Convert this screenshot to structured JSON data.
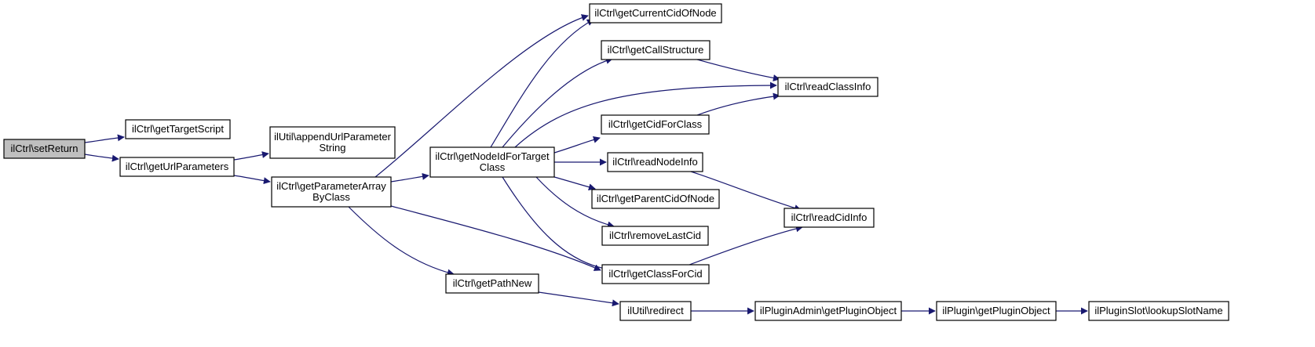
{
  "graph": {
    "root": "setReturn",
    "edge_color": "#191970",
    "root_fill": "#bfbfbf",
    "nodes": [
      {
        "id": "setReturn",
        "lines": [
          "ilCtrl\\setReturn"
        ]
      },
      {
        "id": "getTargetScript",
        "lines": [
          "ilCtrl\\getTargetScript"
        ]
      },
      {
        "id": "getUrlParameters",
        "lines": [
          "ilCtrl\\getUrlParameters"
        ]
      },
      {
        "id": "appendUrlParameterString",
        "lines": [
          "ilUtil\\appendUrlParameter",
          "String"
        ]
      },
      {
        "id": "getParameterArrayByClass",
        "lines": [
          "ilCtrl\\getParameterArray",
          "ByClass"
        ]
      },
      {
        "id": "getNodeIdForTargetClass",
        "lines": [
          "ilCtrl\\getNodeIdForTarget",
          "Class"
        ]
      },
      {
        "id": "getPathNew",
        "lines": [
          "ilCtrl\\getPathNew"
        ]
      },
      {
        "id": "getCurrentCidOfNode",
        "lines": [
          "ilCtrl\\getCurrentCidOfNode"
        ]
      },
      {
        "id": "getCallStructure",
        "lines": [
          "ilCtrl\\getCallStructure"
        ]
      },
      {
        "id": "getCidForClass",
        "lines": [
          "ilCtrl\\getCidForClass"
        ]
      },
      {
        "id": "readNodeInfo",
        "lines": [
          "ilCtrl\\readNodeInfo"
        ]
      },
      {
        "id": "getParentCidOfNode",
        "lines": [
          "ilCtrl\\getParentCidOfNode"
        ]
      },
      {
        "id": "removeLastCid",
        "lines": [
          "ilCtrl\\removeLastCid"
        ]
      },
      {
        "id": "getClassForCid",
        "lines": [
          "ilCtrl\\getClassForCid"
        ]
      },
      {
        "id": "readClassInfo",
        "lines": [
          "ilCtrl\\readClassInfo"
        ]
      },
      {
        "id": "readCidInfo",
        "lines": [
          "ilCtrl\\readCidInfo"
        ]
      },
      {
        "id": "redirect",
        "lines": [
          "ilUtil\\redirect"
        ]
      },
      {
        "id": "ilPluginAdminGetPluginObject",
        "lines": [
          "ilPluginAdmin\\getPluginObject"
        ]
      },
      {
        "id": "ilPluginGetPluginObject",
        "lines": [
          "ilPlugin\\getPluginObject"
        ]
      },
      {
        "id": "lookupSlotName",
        "lines": [
          "ilPluginSlot\\lookupSlotName"
        ]
      }
    ],
    "edges": [
      {
        "from": "setReturn",
        "to": "getTargetScript"
      },
      {
        "from": "setReturn",
        "to": "getUrlParameters"
      },
      {
        "from": "getUrlParameters",
        "to": "appendUrlParameterString"
      },
      {
        "from": "getUrlParameters",
        "to": "getParameterArrayByClass"
      },
      {
        "from": "getParameterArrayByClass",
        "to": "getCurrentCidOfNode"
      },
      {
        "from": "getParameterArrayByClass",
        "to": "getNodeIdForTargetClass"
      },
      {
        "from": "getParameterArrayByClass",
        "to": "getClassForCid"
      },
      {
        "from": "getParameterArrayByClass",
        "to": "getPathNew"
      },
      {
        "from": "getNodeIdForTargetClass",
        "to": "getCurrentCidOfNode"
      },
      {
        "from": "getNodeIdForTargetClass",
        "to": "getCallStructure"
      },
      {
        "from": "getNodeIdForTargetClass",
        "to": "readClassInfo"
      },
      {
        "from": "getNodeIdForTargetClass",
        "to": "getCidForClass"
      },
      {
        "from": "getNodeIdForTargetClass",
        "to": "readNodeInfo"
      },
      {
        "from": "getNodeIdForTargetClass",
        "to": "getParentCidOfNode"
      },
      {
        "from": "getNodeIdForTargetClass",
        "to": "removeLastCid"
      },
      {
        "from": "getNodeIdForTargetClass",
        "to": "getClassForCid"
      },
      {
        "from": "getCallStructure",
        "to": "readClassInfo"
      },
      {
        "from": "getCidForClass",
        "to": "readClassInfo"
      },
      {
        "from": "readNodeInfo",
        "to": "readCidInfo"
      },
      {
        "from": "getClassForCid",
        "to": "readCidInfo"
      },
      {
        "from": "getPathNew",
        "to": "redirect"
      },
      {
        "from": "redirect",
        "to": "ilPluginAdminGetPluginObject"
      },
      {
        "from": "ilPluginAdminGetPluginObject",
        "to": "ilPluginGetPluginObject"
      },
      {
        "from": "ilPluginGetPluginObject",
        "to": "lookupSlotName"
      }
    ]
  }
}
